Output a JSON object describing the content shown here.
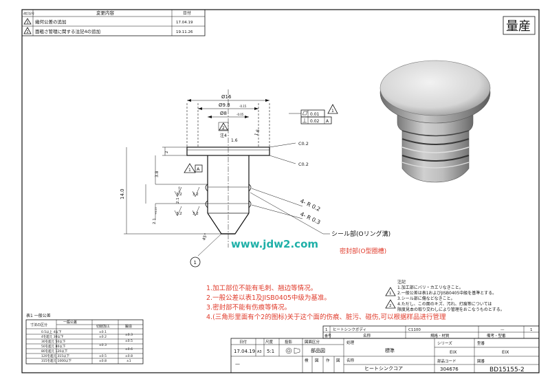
{
  "revision_table": {
    "header_mark": "改訂記号",
    "header_content": "変更内容",
    "header_date": "日付",
    "rows": [
      {
        "mark": "1",
        "content": "幾何公差の追加",
        "date": "17.04.19"
      },
      {
        "mark": "2",
        "content": "面粗さ管理に関する注記4の追加",
        "date": "19.11.26"
      }
    ]
  },
  "stamp": "量産",
  "dimensions": {
    "d16": "Ø16",
    "d98": "Ø9.8",
    "d98_tol": "-0.15",
    "d8": "Ø8",
    "d8_tol": "-0.05",
    "flatness_val": "0.01",
    "perp_val": "0.02",
    "datum_a": "A",
    "note_ref": "注4",
    "dim_16": "1.6",
    "dim_16b": "1.6",
    "c02a": "C0.2",
    "c02b": "C0.2",
    "dim_2": "2",
    "dim_38": "3.8",
    "dim_14": "14.0",
    "dim_21a": "2.1",
    "dim_21a_tol": "+0.25",
    "dim_21b": "2.1",
    "dim_21b_tol": "+0.25",
    "rough_32a": "3.2",
    "rough_32b": "3.2",
    "rough_32c": "3.2",
    "rough_32d": "3.2",
    "r02": "4- R 0.2",
    "r03": "4- R 0.3",
    "angle_45": "45°",
    "balloon_1": "1",
    "tri_1": "1",
    "tri_2": "2"
  },
  "seal_label": "シール部(Oリング溝)",
  "seal_label_cn": "密封部(O型圈槽)",
  "watermark": "www.jdw2.com",
  "notes_cn": [
    "1.加工部位不能有毛刺、翘边等情况。",
    "2.一般公差以表1及JISB0405中级为基准。",
    "3.密封部不能有伤痕等情况。",
    "4.(三角形里面有个2的图标)关于这个面的伤痕、脏污、碰伤,可以根据样品进行管理"
  ],
  "notes_jp": {
    "title": "注記",
    "items": [
      "1.加工部にバリ・カエリなきこと。",
      "2.一般公差は表1およびJISB0405中級を基準とする。",
      "3.シール部に傷などなきこと。",
      "4.ただし、この面のキズ、汚れ、打痕等については",
      "  限度見本の取り交わしにより管理をおこなうものとする。"
    ]
  },
  "tolerance_table": {
    "title": "表1 一般公差",
    "head_size": "寸法の区分",
    "head_general": "一般公差",
    "head_cut": "切削加工",
    "head_forge": "鍛造",
    "rows": [
      {
        "size": "0.5以上 4以下",
        "cut": "±0.1"
      },
      {
        "size": "4を超え 30以下",
        "cut": "±0.2"
      },
      {
        "size": "30を超え 50以下",
        "cut": "±0.3"
      },
      {
        "size": "50を超え 80以下",
        "cut": "±0.3"
      },
      {
        "size": "80を超え 120以下",
        "cut": "±0.3"
      },
      {
        "size": "120を超え 315以下",
        "cut": "±0.5"
      },
      {
        "size": "315を超え 1000以下",
        "cut": "±0.8"
      }
    ],
    "forge": [
      "±0.3",
      "±0.5",
      "±0.6",
      "±0.8",
      "±1"
    ]
  },
  "title_block": {
    "parts_row": {
      "no": "1",
      "name": "ヒートシンクボディ",
      "material": "C1100",
      "dash": "—",
      "qty": "1"
    },
    "head_no": "番号",
    "head_name": "名称",
    "head_spec": "規格・材質",
    "head_remark": "備考・型番",
    "date_label": "日付",
    "scale_label": "尺度",
    "proj_label": "投影",
    "date": "17.04.19",
    "size": "A3",
    "scale": "5:1",
    "drawing_class_label": "図面区分",
    "drawing_class": "部品図",
    "tag_check": "検",
    "tag_approve": "図",
    "tag_draw": "作",
    "tag_drawn": "図",
    "std_label": "処理",
    "std_value": "標準",
    "series_label": "シリーズ",
    "series_value": "EIX",
    "type_label": "型番",
    "type_value": "EIX",
    "name_label": "名称",
    "name_value": "ヒートシンクコア",
    "code_label": "部品コード",
    "code_value": "304676",
    "dwg_label": "図番",
    "dwg_value": "BD15155-2"
  }
}
